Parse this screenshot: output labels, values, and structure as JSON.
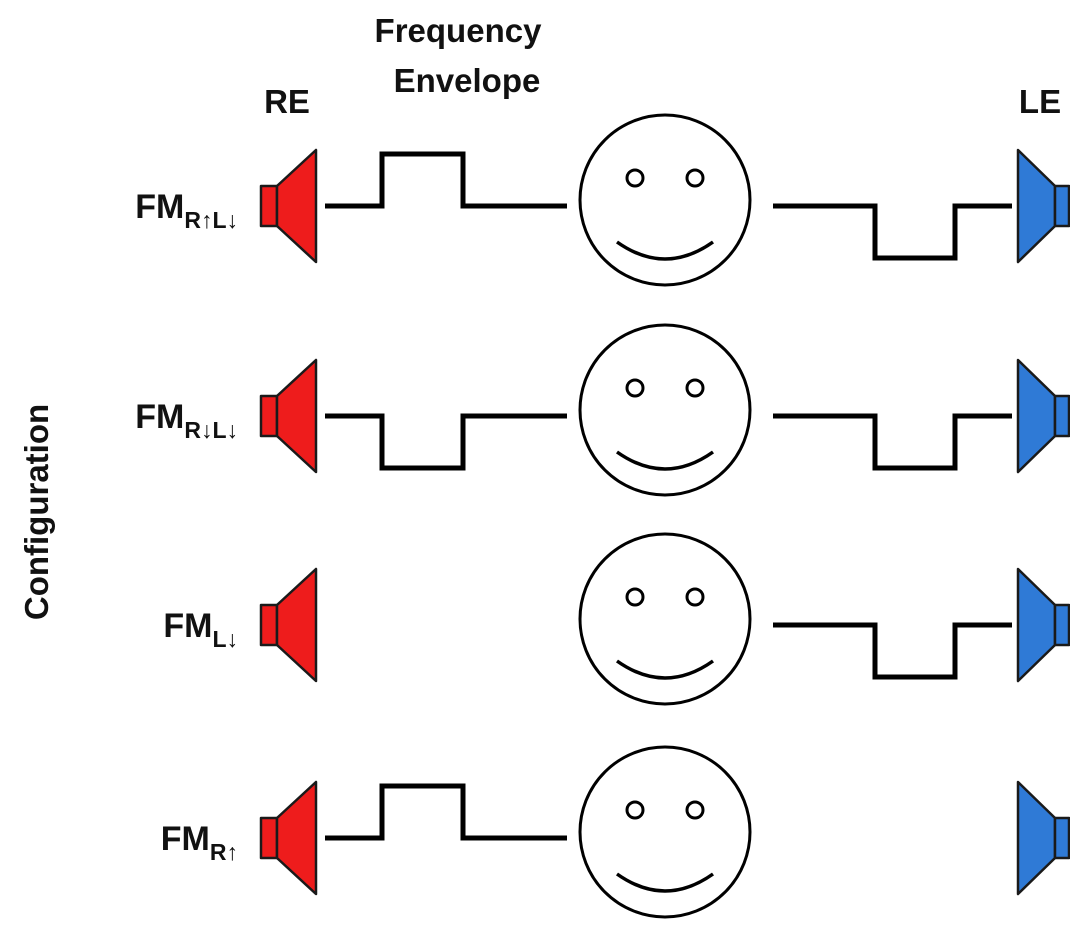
{
  "headers": {
    "right_ear": "RE",
    "envelope_line1": "Frequency",
    "envelope_line2": "Envelope",
    "left_ear": "LE"
  },
  "axis_label": "Configuration",
  "colors": {
    "right_speaker": "#ee1c1c",
    "left_speaker": "#2f7ad6"
  },
  "rows": [
    {
      "label_main": "FM",
      "label_sub": "R↑L↓",
      "right_envelope": "up",
      "left_envelope": "down"
    },
    {
      "label_main": "FM",
      "label_sub": "R↓L↓",
      "right_envelope": "down",
      "left_envelope": "down"
    },
    {
      "label_main": "FM",
      "label_sub": "L↓",
      "right_envelope": "none",
      "left_envelope": "down"
    },
    {
      "label_main": "FM",
      "label_sub": "R↑",
      "right_envelope": "up",
      "left_envelope": "none"
    }
  ]
}
